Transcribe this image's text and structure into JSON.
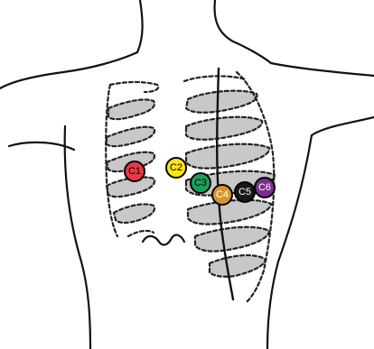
{
  "electrodes": [
    {
      "label": "C1",
      "color": "#e63946",
      "text_color": "#000000"
    },
    {
      "label": "C2",
      "color": "#ffe414",
      "text_color": "#000000"
    },
    {
      "label": "C3",
      "color": "#1f9e5a",
      "text_color": "#000000"
    },
    {
      "label": "C4",
      "color": "#d4952f",
      "text_color": "#ffffff"
    },
    {
      "label": "C5",
      "color": "#1c1616",
      "text_color": "#ffffff"
    },
    {
      "label": "C6",
      "color": "#7b2d8c",
      "text_color": "#ffffff"
    }
  ]
}
